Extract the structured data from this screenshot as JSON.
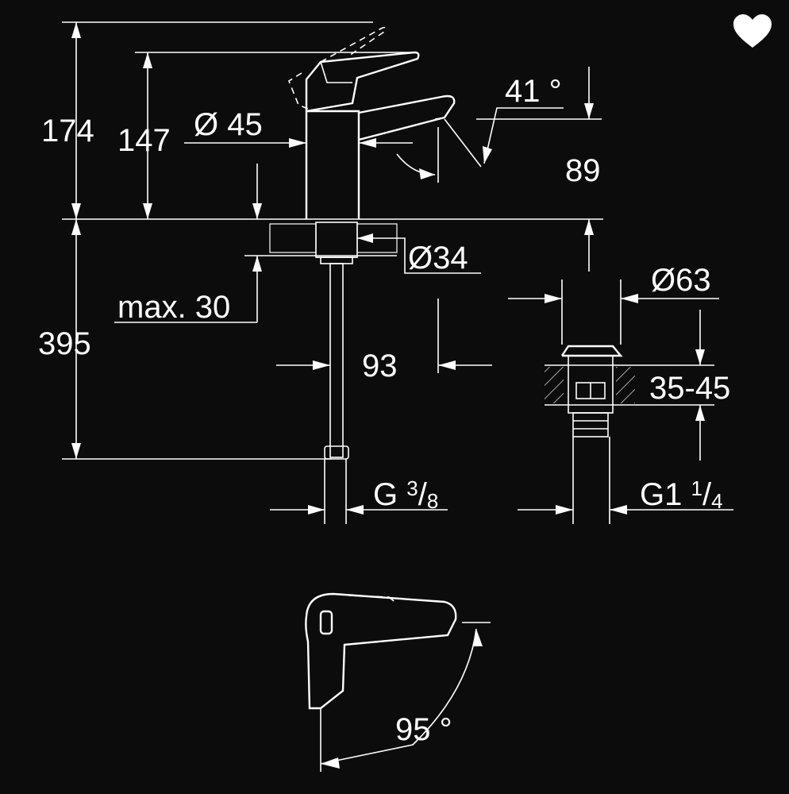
{
  "favorite": {
    "icon": "heart-icon",
    "color": "#ffffff"
  },
  "dimensions": {
    "total_height": "174",
    "spout_height": "147",
    "body_diameter": "Ø 45",
    "lever_angle": "41 °",
    "outlet_height": "89",
    "hole_diameter": "Ø34",
    "max_thickness": "max. 30",
    "hose_length": "395",
    "spout_reach": "93",
    "drain_diameter": "Ø63",
    "drain_range": "35-45",
    "connection": {
      "prefix": "G ",
      "num": "3",
      "den": "8"
    },
    "drain_thread": {
      "prefix": "G1 ",
      "num": "1",
      "den": "4"
    },
    "rotation_angle": "95 °"
  }
}
